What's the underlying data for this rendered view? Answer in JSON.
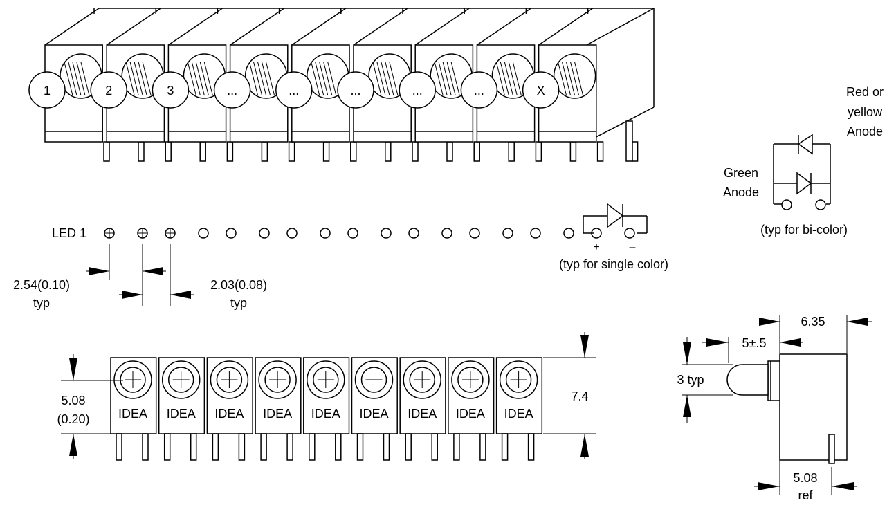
{
  "top_view": {
    "led_labels": [
      "1",
      "2",
      "3",
      "...",
      "...",
      "...",
      "...",
      "...",
      "X"
    ]
  },
  "bicolor": {
    "red_label_line1": "Red or",
    "red_label_line2": "yellow",
    "red_label_line3": "Anode",
    "green_label_line1": "Green",
    "green_label_line2": "Anode",
    "caption": "(typ for bi-color)"
  },
  "pin_row": {
    "led_label": "LED 1",
    "plus": "+",
    "minus": "–",
    "single_caption": "(typ for single color)",
    "dim_pitch_line1": "2.54(0.10)",
    "dim_pitch_line2": "typ",
    "dim_spacing_line1": "2.03(0.08)",
    "dim_spacing_line2": "typ"
  },
  "front_view": {
    "module_label": "IDEA",
    "module_count": 9,
    "dim_left_line1": "5.08",
    "dim_left_line2": "(0.20)",
    "dim_right": "7.4"
  },
  "side_view": {
    "dim_width": "6.35",
    "dim_led": "5±.5",
    "dim_height": "3 typ",
    "dim_pin_line1": "5.08",
    "dim_pin_line2": "ref"
  }
}
